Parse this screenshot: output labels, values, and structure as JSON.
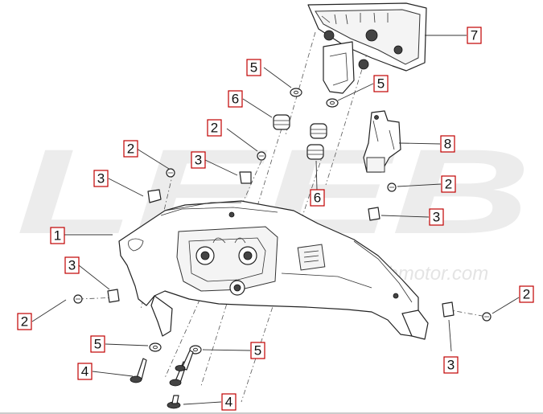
{
  "diagram": {
    "watermark_text": "LEEB",
    "watermark_url": "www.leebmotor.com",
    "callouts": [
      {
        "id": "callout-1",
        "label": "1"
      },
      {
        "id": "callout-2-a",
        "label": "2"
      },
      {
        "id": "callout-2-b",
        "label": "2"
      },
      {
        "id": "callout-2-c",
        "label": "2"
      },
      {
        "id": "callout-2-d",
        "label": "2"
      },
      {
        "id": "callout-2-e",
        "label": "2"
      },
      {
        "id": "callout-3-a",
        "label": "3"
      },
      {
        "id": "callout-3-b",
        "label": "3"
      },
      {
        "id": "callout-3-c",
        "label": "3"
      },
      {
        "id": "callout-3-d",
        "label": "3"
      },
      {
        "id": "callout-3-e",
        "label": "3"
      },
      {
        "id": "callout-4-a",
        "label": "4"
      },
      {
        "id": "callout-4-b",
        "label": "4"
      },
      {
        "id": "callout-5-a",
        "label": "5"
      },
      {
        "id": "callout-5-b",
        "label": "5"
      },
      {
        "id": "callout-5-c",
        "label": "5"
      },
      {
        "id": "callout-5-d",
        "label": "5"
      },
      {
        "id": "callout-6-a",
        "label": "6"
      },
      {
        "id": "callout-6-b",
        "label": "6"
      },
      {
        "id": "callout-7",
        "label": "7"
      },
      {
        "id": "callout-8",
        "label": "8"
      }
    ]
  }
}
